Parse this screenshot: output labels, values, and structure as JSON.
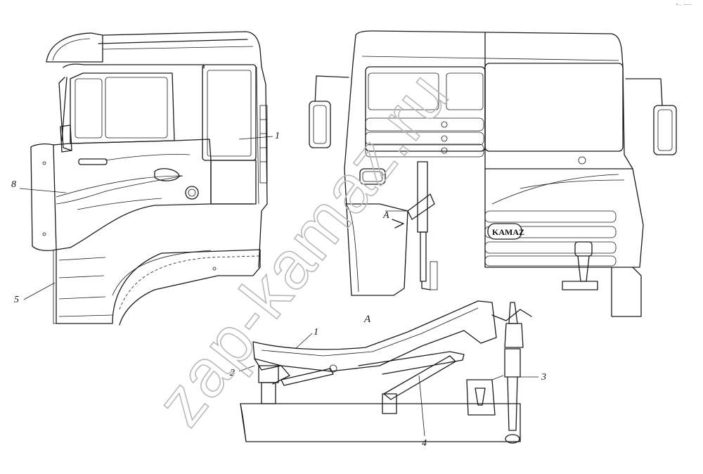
{
  "diagram": {
    "watermark": "zap-kamaz.ru",
    "view_label": "A",
    "view_arrow_label": "A",
    "logo_text": "KAMAZ",
    "corner_mark": "▪→ ——",
    "callouts": {
      "c1_side": "1",
      "c8": "8",
      "c5": "5",
      "c1_detail": "1",
      "c2": "2",
      "c3": "3",
      "c4": "4"
    }
  }
}
